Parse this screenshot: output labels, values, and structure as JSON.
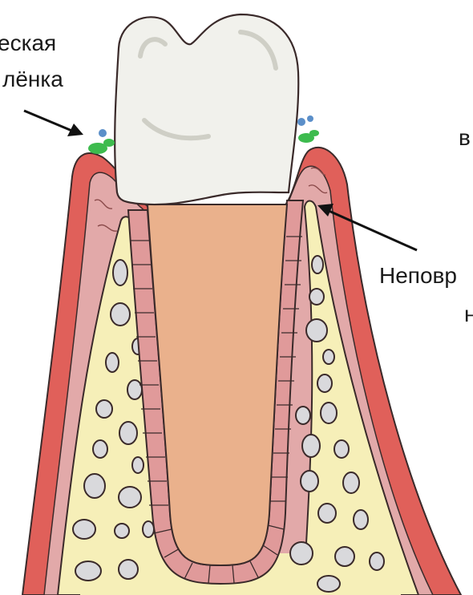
{
  "labels": {
    "left_line1": "еская",
    "left_line2": "лёнка",
    "right_top": "в",
    "right_mid": "Неповр",
    "right_bottom": "н"
  },
  "colors": {
    "gum_outer": "#e0605a",
    "gum_inner": "#e2a9a9",
    "bone": "#f6efb8",
    "marrow": "#d9d9dc",
    "root": "#eab18c",
    "crown": "#f1f1ec",
    "ligament": "#e09a9a",
    "plaque_green": "#3dbb4e",
    "plaque_blue": "#5b8fc9"
  },
  "icons": [
    "plaque-deposit-left",
    "plaque-deposit-right",
    "arrow-to-plaque",
    "arrow-to-bone"
  ]
}
